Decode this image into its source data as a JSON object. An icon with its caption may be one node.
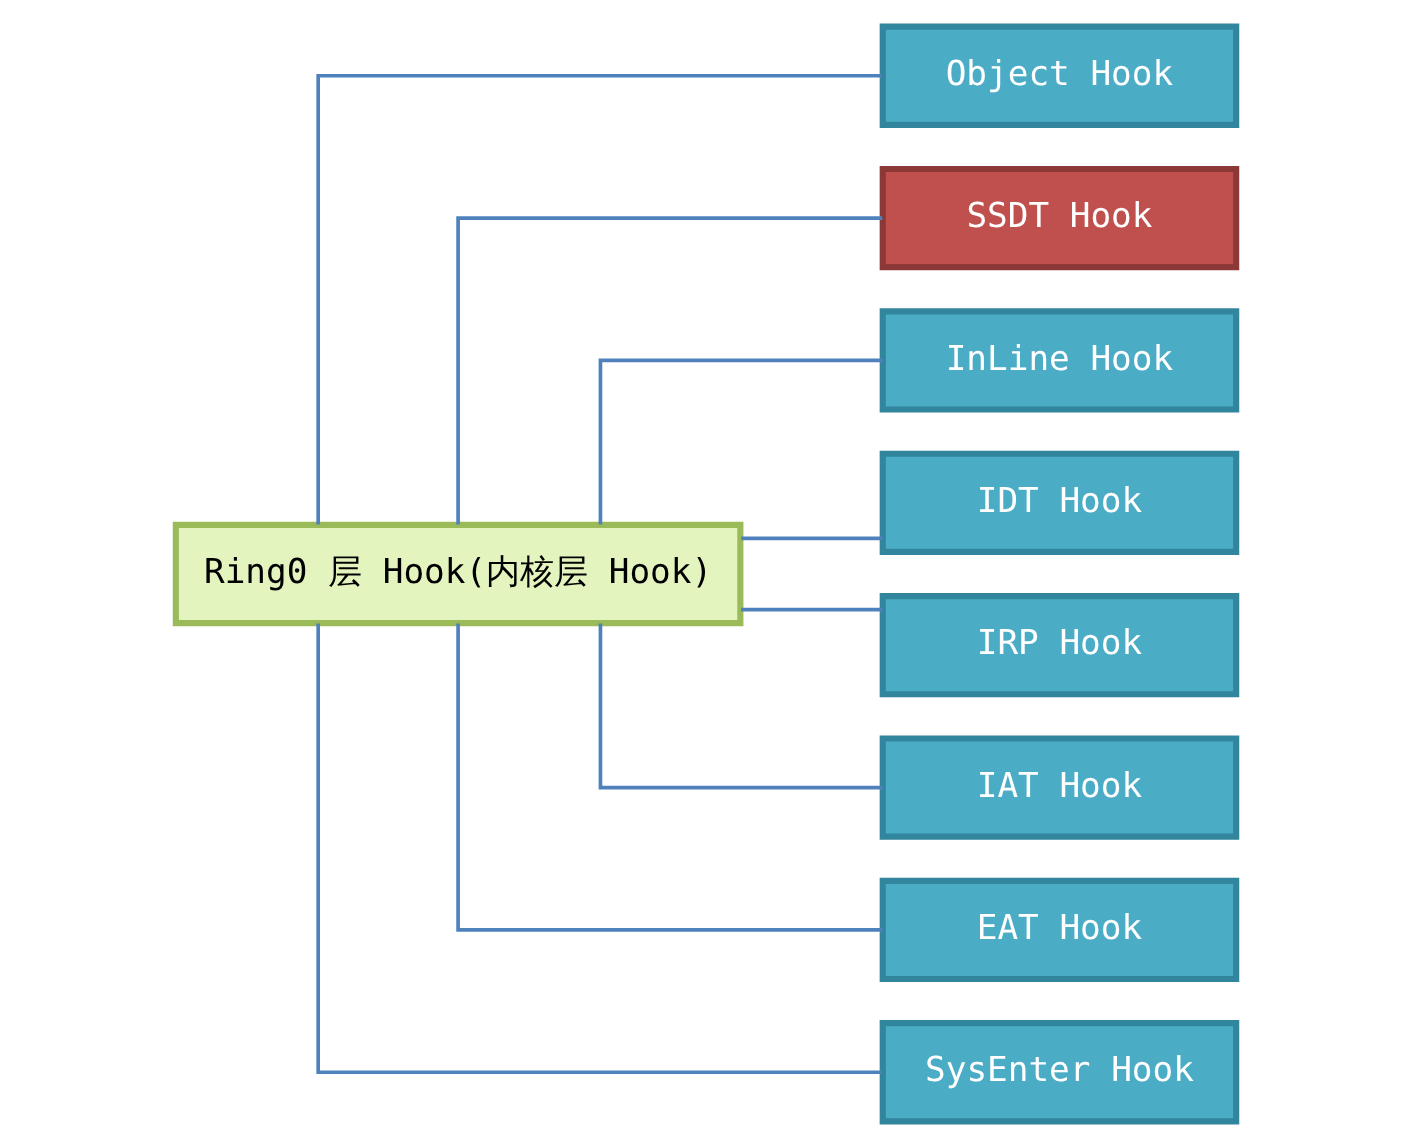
{
  "diagram": {
    "nodes": [
      {
        "text": [
          "Ring0 层 Hook(内核层 Hook)"
        ]
      },
      {
        "text": [
          "Object Hook"
        ]
      },
      {
        "text": [
          "SSDT Hook"
        ]
      },
      {
        "text": [
          "InLine Hook"
        ]
      },
      {
        "text": [
          "IDT Hook"
        ]
      },
      {
        "text": [
          "IRP Hook"
        ]
      },
      {
        "text": [
          "IAT Hook"
        ]
      },
      {
        "text": [
          "EAT Hook"
        ]
      },
      {
        "text": [
          "SysEnter Hook"
        ]
      }
    ],
    "edges": [
      {
        "from": 0,
        "to": 1,
        "arrow": "none"
      },
      {
        "from": 0,
        "to": 2,
        "arrow": "none"
      },
      {
        "from": 0,
        "to": 3,
        "arrow": "none"
      },
      {
        "from": 0,
        "to": 4,
        "arrow": "none"
      },
      {
        "from": 0,
        "to": 5,
        "arrow": "none"
      },
      {
        "from": 0,
        "to": 6,
        "arrow": "none"
      },
      {
        "from": 0,
        "to": 7,
        "arrow": "none"
      },
      {
        "from": 0,
        "to": 8,
        "arrow": "none"
      }
    ]
  }
}
